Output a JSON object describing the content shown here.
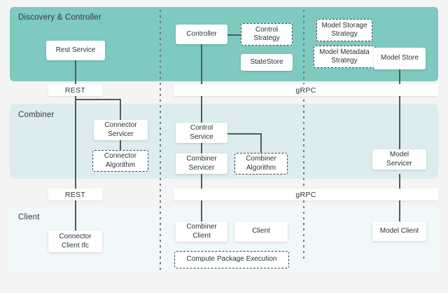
{
  "diagram": {
    "title": "FEDn architecture layered component diagram",
    "colors": {
      "discovery_band": "#7ec9c0",
      "combiner_band": "#ddecef",
      "client_band": "#f1f8f9",
      "page_background": "#f4f4f4",
      "node_fill": "#ffffff",
      "line": "#55595c",
      "text": "#2b3134"
    }
  },
  "bands": [
    {
      "id": "discovery",
      "label": "Discovery & Controller"
    },
    {
      "id": "combiner",
      "label": "Combiner"
    },
    {
      "id": "client",
      "label": "Client"
    }
  ],
  "protocol_bars": [
    {
      "id": "rest-top",
      "label": "REST"
    },
    {
      "id": "grpc-top",
      "label": "gRPC"
    },
    {
      "id": "rest-bottom",
      "label": "REST"
    },
    {
      "id": "grpc-bottom",
      "label": "gRPC"
    }
  ],
  "nodes": {
    "rest_service": {
      "label": "Rest Service",
      "style": "solid",
      "band": "discovery"
    },
    "controller": {
      "label": "Controller",
      "style": "solid",
      "band": "discovery"
    },
    "control_strategy": {
      "label": "Control\nStrategy",
      "style": "dashed",
      "band": "discovery"
    },
    "statestore": {
      "label": "StateStore",
      "style": "solid",
      "band": "discovery"
    },
    "model_storage_strategy": {
      "label": "Model Storage\nStrategy",
      "style": "dashed",
      "band": "discovery"
    },
    "model_metadata_strategy": {
      "label": "Model Metadata\nStrategy",
      "style": "dashed",
      "band": "discovery"
    },
    "model_store": {
      "label": "Model Store",
      "style": "solid",
      "band": "discovery"
    },
    "connector_servicer": {
      "label": "Connector\nServicer",
      "style": "solid",
      "band": "combiner"
    },
    "connector_algorithm": {
      "label": "Connector\nAlgorithm",
      "style": "dashed",
      "band": "combiner"
    },
    "control_service": {
      "label": "Control\nService",
      "style": "solid",
      "band": "combiner"
    },
    "combiner_servicer": {
      "label": "Combiner\nServicer",
      "style": "solid",
      "band": "combiner"
    },
    "combiner_algorithm": {
      "label": "Combiner\nAlgorithm",
      "style": "dashed",
      "band": "combiner"
    },
    "model_servicer": {
      "label": "Model\nServicer",
      "style": "solid",
      "band": "combiner"
    },
    "connector_client_ifc": {
      "label": "Connector\nClient Ifc",
      "style": "solid",
      "band": "client"
    },
    "combiner_client": {
      "label": "Combiner\nClient",
      "style": "solid",
      "band": "client"
    },
    "client": {
      "label": "Client",
      "style": "solid",
      "band": "client"
    },
    "compute_package_execution": {
      "label": "Compute Package Execution",
      "style": "dashed",
      "band": "client"
    },
    "model_client": {
      "label": "Model Client",
      "style": "solid",
      "band": "client"
    }
  }
}
